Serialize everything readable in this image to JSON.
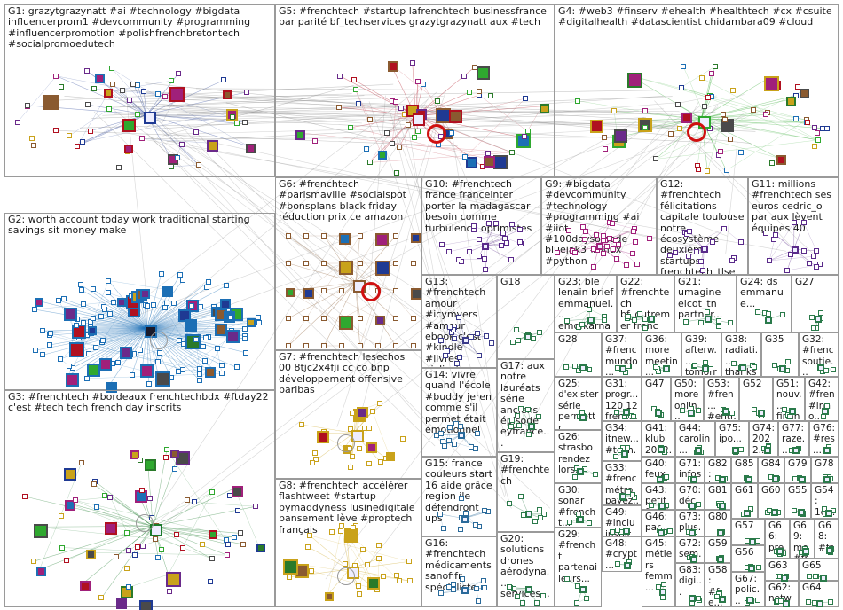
{
  "groups": [
    {
      "id": "G1",
      "label": "G1: grazytgrazynatt #ai #technology #bigdata influencerprom1 #devcommunity #programming #influencerpromotion #polishfrenchbretontech #socialpromoedutech",
      "color": "#1f3a93",
      "nodes": 52
    },
    {
      "id": "G2",
      "label": "G2: worth account today work traditional starting savings sit money make",
      "color": "#1c6fb5",
      "nodes": 120
    },
    {
      "id": "G3",
      "label": "G3: #frenchtech #bordeaux frenchtechbdx #ftday22 c'est #tech tech french day inscrits",
      "color": "#1a7a2a",
      "nodes": 70
    },
    {
      "id": "G4",
      "label": "G4: #web3 #finserv #ehealth #healthtech #cx #csuite #digitalhealth #datascientist chidambara09 #cloud",
      "color": "#2fa82f",
      "nodes": 60
    },
    {
      "id": "G5",
      "label": "G5: #frenchtech #startup lafrenchtech businessfrance par parité bf_techservices grazytgrazynatt aux #tech",
      "color": "#b01020",
      "nodes": 55
    },
    {
      "id": "G6",
      "label": "G6: #frenchtech #parismaville #socialspot #bonsplans black friday réduction prix ce amazon",
      "color": "#8a5a30",
      "nodes": 40
    },
    {
      "id": "G7",
      "label": "G7: #frenchtech lesechos 00 8tjc2x4fji cc co bnp développement offensive paribas",
      "color": "#c9a21a",
      "nodes": 25
    },
    {
      "id": "G8",
      "label": "G8: #frenchtech accélérer flashtweet #startup bymaddyness lusinedigitale pansement lève #proptech français",
      "color": "#c9a21a",
      "nodes": 28
    },
    {
      "id": "G9",
      "label": "G9: #bigdata #devcommunity #technology #programming #ai #iiot #100daysofcode bluejak3 #linux #python",
      "color": "#a0207a",
      "nodes": 30
    },
    {
      "id": "G10",
      "label": "G10: #frenchtech france franceinter porter la madagascar besoin comme turbulence optimistes",
      "color": "#5a2a8a",
      "nodes": 22
    },
    {
      "id": "G11",
      "label": "G11: millions #frenchtech ses euros cedric_o par aux lèvent équipes 40",
      "color": "#5a2a8a",
      "nodes": 14
    },
    {
      "id": "G12",
      "label": "G12: #frenchtech félicitations capitale toulouse notre écosystème deuxième startups frenchtech_tlse classée",
      "color": "#5a2a8a",
      "nodes": 14
    },
    {
      "id": "G13",
      "label": "G13: #frenchtech amour #icymvers #amour ebook c'est #kindle #livres vivlio_fr...",
      "color": "#3a3a8a",
      "nodes": 16
    },
    {
      "id": "G14",
      "label": "G14: vivre quand l'école #buddy jeren comme s'il permet était émotionnel",
      "color": "#2a6a9a",
      "nodes": 12
    },
    {
      "id": "G15",
      "label": "G15: france couleurs start 16 aide grâce region ile défendront ups",
      "color": "#2a6a9a",
      "nodes": 10
    },
    {
      "id": "G16",
      "label": "G16: #frenchtech médicaments sanofifr spécialiste...",
      "color": "#2a6a9a",
      "nodes": 10
    },
    {
      "id": "G17",
      "label": "G17: aux notre lauréats série anciens épisode eyfrance...",
      "color": "#2a7a4a",
      "nodes": 8
    },
    {
      "id": "G18",
      "label": "G18",
      "color": "#2a7a4a",
      "nodes": 8
    },
    {
      "id": "G19",
      "label": "G19: #frenchtech",
      "color": "#2a7a4a",
      "nodes": 7
    },
    {
      "id": "G20",
      "label": "G20: solutions drones aérodyna... services...",
      "color": "#2a7a4a",
      "nodes": 7
    },
    {
      "id": "G21",
      "label": "G21: umagine elcot_tn partner...",
      "color": "#2a7a4a",
      "nodes": 6
    },
    {
      "id": "G22",
      "label": "G22: #frenchtech bf_outremer frenc debut...",
      "color": "#2a7a4a",
      "nodes": 6
    },
    {
      "id": "G23",
      "label": "G23: ble lenain brief emmanuel... emofkarnat...",
      "color": "#2a7a4a",
      "nodes": 6
    },
    {
      "id": "G24",
      "label": "G24: ds emmanue...",
      "color": "#2a7a4a",
      "nodes": 5
    },
    {
      "id": "G25",
      "label": "G25: d'exister série permettr...",
      "color": "#2a7a4a",
      "nodes": 5
    },
    {
      "id": "G26",
      "label": "G26: strasbo rendez lors...",
      "color": "#2a7a4a",
      "nodes": 5
    },
    {
      "id": "G27",
      "label": "G27",
      "color": "#2a7a4a",
      "nodes": 5
    },
    {
      "id": "G28",
      "label": "G28",
      "color": "#2a7a4a",
      "nodes": 5
    },
    {
      "id": "G29",
      "label": "G29: #frencht partenai leurs...",
      "color": "#2a7a4a",
      "nodes": 4
    },
    {
      "id": "G30",
      "label": "G30: sonar #frencht...",
      "color": "#2a7a4a",
      "nodes": 4
    },
    {
      "id": "G31",
      "label": "G31: progr... 120 12 frenc...",
      "color": "#2a7a4a",
      "nodes": 4
    },
    {
      "id": "G32",
      "label": "G32: #frenc soutie...",
      "color": "#2a7a4a",
      "nodes": 4
    },
    {
      "id": "G33",
      "label": "G33: #frenc métro payez...",
      "color": "#2a7a4a",
      "nodes": 4
    },
    {
      "id": "G34",
      "label": "G34: itnew... #tech... #infor...",
      "color": "#2a7a4a",
      "nodes": 4
    },
    {
      "id": "G35",
      "label": "G35",
      "color": "#2a7a4a",
      "nodes": 4
    },
    {
      "id": "G36",
      "label": "G36: more meetin...",
      "color": "#2a7a4a",
      "nodes": 4
    },
    {
      "id": "G37",
      "label": "G37: #frenc mundo...",
      "color": "#2a7a4a",
      "nodes": 4
    },
    {
      "id": "G38",
      "label": "G38: radiati... thanks...",
      "color": "#2a7a4a",
      "nodes": 4
    },
    {
      "id": "G39",
      "label": "G39: afterw... tomorr...",
      "color": "#2a7a4a",
      "nodes": 4
    },
    {
      "id": "G40",
      "label": "G40: feux agron... g...",
      "color": "#2a7a4a",
      "nodes": 3
    },
    {
      "id": "G41",
      "label": "G41: klub 2022...",
      "color": "#2a7a4a",
      "nodes": 3
    },
    {
      "id": "G42",
      "label": "G42: #fren #inno...",
      "color": "#2a7a4a",
      "nodes": 3
    },
    {
      "id": "G43",
      "label": "G43: petit fierté...",
      "color": "#2a7a4a",
      "nodes": 3
    },
    {
      "id": "G44",
      "label": "G44: carolin...",
      "color": "#2a7a4a",
      "nodes": 3
    },
    {
      "id": "G45",
      "label": "G45: métiers femm...",
      "color": "#2a7a4a",
      "nodes": 3
    },
    {
      "id": "G46",
      "label": "G46: par...",
      "color": "#2a7a4a",
      "nodes": 3
    },
    {
      "id": "G47",
      "label": "G47",
      "color": "#2a7a4a",
      "nodes": 3
    },
    {
      "id": "G48",
      "label": "G48: #crypt... font...",
      "color": "#2a7a4a",
      "nodes": 3
    },
    {
      "id": "G49",
      "label": "G49: #inclu inspir...",
      "color": "#2a7a4a",
      "nodes": 3
    },
    {
      "id": "G50",
      "label": "G50: more onlin...",
      "color": "#2a7a4a",
      "nodes": 3
    },
    {
      "id": "G51",
      "label": "G51: nouv... finan...",
      "color": "#2a7a4a",
      "nodes": 3
    },
    {
      "id": "G52",
      "label": "G52",
      "color": "#2a7a4a",
      "nodes": 3
    },
    {
      "id": "G53",
      "label": "G53: #fren... #entr...",
      "color": "#2a7a4a",
      "nodes": 3
    },
    {
      "id": "G54",
      "label": "G54: 1er...",
      "color": "#2a7a4a",
      "nodes": 3
    },
    {
      "id": "G55",
      "label": "G55",
      "color": "#2a7a4a",
      "nodes": 3
    },
    {
      "id": "G56",
      "label": "G56",
      "color": "#2a7a4a",
      "nodes": 3
    },
    {
      "id": "G57",
      "label": "G57",
      "color": "#2a7a4a",
      "nodes": 3
    },
    {
      "id": "G58",
      "label": "G58: #fre...",
      "color": "#2a7a4a",
      "nodes": 3
    },
    {
      "id": "G59",
      "label": "G59",
      "color": "#2a7a4a",
      "nodes": 3
    },
    {
      "id": "G60",
      "label": "G60",
      "color": "#2a7a4a",
      "nodes": 3
    },
    {
      "id": "G61",
      "label": "G61",
      "color": "#2a7a4a",
      "nodes": 3
    },
    {
      "id": "G62",
      "label": "G62: netwo...",
      "color": "#2a7a4a",
      "nodes": 3
    },
    {
      "id": "G63",
      "label": "G63",
      "color": "#2a7a4a",
      "nodes": 3
    },
    {
      "id": "G64",
      "label": "G64",
      "color": "#2a7a4a",
      "nodes": 3
    },
    {
      "id": "G65",
      "label": "G65",
      "color": "#2a7a4a",
      "nodes": 3
    },
    {
      "id": "G66",
      "label": "G66: pre... pal...",
      "color": "#2a7a4a",
      "nodes": 3
    },
    {
      "id": "G67",
      "label": "G67: polic...",
      "color": "#2a7a4a",
      "nodes": 3
    },
    {
      "id": "G68",
      "label": "G68: #fr... #st...",
      "color": "#2a7a4a",
      "nodes": 3
    },
    {
      "id": "G69",
      "label": "G69: me #fr...",
      "color": "#2a7a4a",
      "nodes": 3
    },
    {
      "id": "G70",
      "label": "G70: déc...",
      "color": "#2a7a4a",
      "nodes": 3
    },
    {
      "id": "G71",
      "label": "G71: infos...",
      "color": "#2a7a4a",
      "nodes": 3
    },
    {
      "id": "G72",
      "label": "G72: sem...",
      "color": "#2a7a4a",
      "nodes": 3
    },
    {
      "id": "G73",
      "label": "G73: plus...",
      "color": "#2a7a4a",
      "nodes": 3
    },
    {
      "id": "G74",
      "label": "G74: 2022...",
      "color": "#2a7a4a",
      "nodes": 3
    },
    {
      "id": "G75",
      "label": "G75: ipo...",
      "color": "#2a7a4a",
      "nodes": 3
    },
    {
      "id": "G76",
      "label": "G76: #res...",
      "color": "#2a7a4a",
      "nodes": 3
    },
    {
      "id": "G77",
      "label": "G77: raze...",
      "color": "#2a7a4a",
      "nodes": 3
    },
    {
      "id": "G78",
      "label": "G78",
      "color": "#2a7a4a",
      "nodes": 3
    },
    {
      "id": "G79",
      "label": "G79",
      "color": "#2a7a4a",
      "nodes": 3
    },
    {
      "id": "G80",
      "label": "G80",
      "color": "#2a7a4a",
      "nodes": 3
    },
    {
      "id": "G81",
      "label": "G81",
      "color": "#2a7a4a",
      "nodes": 3
    },
    {
      "id": "G82",
      "label": "G82: loc...",
      "color": "#2a7a4a",
      "nodes": 3
    },
    {
      "id": "G83",
      "label": "G83: digi...",
      "color": "#2a7a4a",
      "nodes": 3
    },
    {
      "id": "G84",
      "label": "G84",
      "color": "#2a7a4a",
      "nodes": 3
    },
    {
      "id": "G85",
      "label": "G85",
      "color": "#2a7a4a",
      "nodes": 3
    }
  ]
}
